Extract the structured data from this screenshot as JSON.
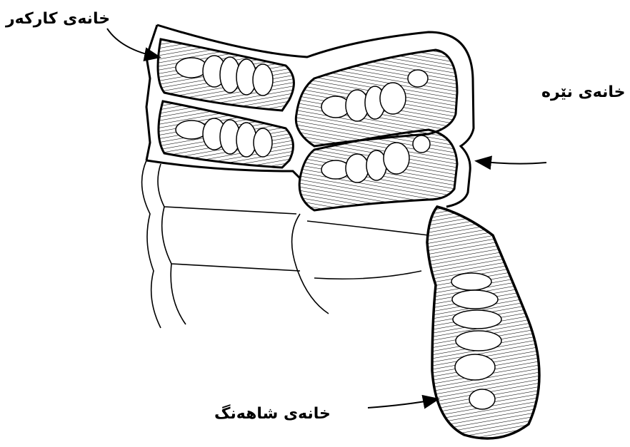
{
  "labels": {
    "worker_cell": "خانەی کارکەر",
    "drone_cell": "خانەی نێرە",
    "queen_cell": "خانەی شاهەنگ"
  },
  "colors": {
    "ink": "#000000",
    "background": "#ffffff"
  }
}
